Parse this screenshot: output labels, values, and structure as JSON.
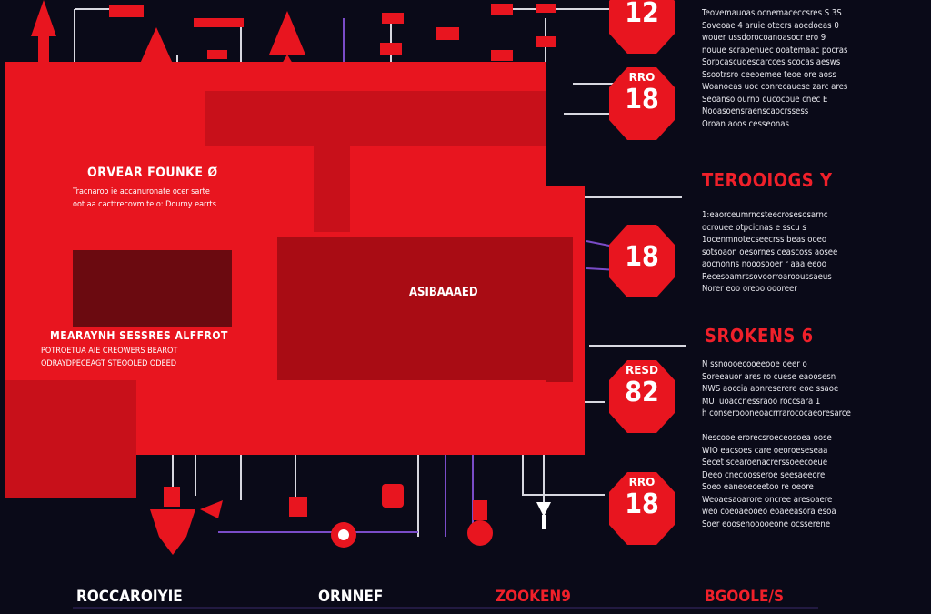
{
  "colors": {
    "background": "#0a0a18",
    "panel": "#e8151f",
    "accent": "#f0202a",
    "text": "#ffffff"
  },
  "diagram": {
    "panel_main": {
      "title": "ORVEAR FOUNKE Ø",
      "body": [
        "Tracnaroo ie accanuronate ocer sarte",
        "oot aa cacttrecovm te o: Dourny earrts"
      ]
    },
    "panel_left": {
      "title": "MEARAYNH SESSRES ALFFROT",
      "body": [
        "POTROETUA AIE CREOWERS BEAROT",
        "ODRAYDPECEAGT STEOOLED ODEED"
      ]
    },
    "panel_center_label": "ASIBAAAED",
    "badges": [
      {
        "top": "",
        "number": "12"
      },
      {
        "top": "RRO",
        "number": "18"
      },
      {
        "top": "",
        "number": "18"
      },
      {
        "top": "RESD",
        "number": "82"
      },
      {
        "top": "RRO",
        "number": "18"
      }
    ],
    "sections": [
      {
        "heading": "",
        "body": [
          "Teovemauoas ocnemaceccsres S 3S",
          "Soveoae 4 aruie otecrs aoedoeas 0",
          "wouer ussdorocoanoasocr ero 9",
          "nouue scraoenuec ooatemaac pocras",
          "Sorpcascudescarcces scocas aesws",
          "Ssootrsro ceeoemee teoe ore aoss",
          "Woanoeas uoc conrecauese zarc ares",
          "Seoanso ourno oucocoue cnec E",
          "Nooasoensraenscaocrssess",
          "Oroan aoos cesseonas"
        ]
      },
      {
        "heading": "TEROOIOGS Y",
        "body": [
          "1:eaorceumrncsteecrosesosarnc",
          "ocrouee otpcicnas e sscu s",
          "1ocenmnotecseecrss beas ooeo",
          "sotsoaon oesornes ceascoss aosee",
          "aocnonns nooosooer r aaa eeoo",
          "Recesoamrssovoorroarooussaeus",
          "Norer eoo oreoo oooreer"
        ]
      },
      {
        "heading": "SROKENS 6",
        "body": [
          "N ssnoooecooeeooe oeer o",
          "Soreeauor ares ro cuese eaoosesn",
          "NWS aoccia aonreserere eoe ssaoe",
          "MU  uoaccnessraoo roccsara 1",
          "h conseroooneoacrrrarococaeoresarce",
          "",
          "Nescooe erorecsroeceosoea oose",
          "WIO eacsoes care oeoroeseseaa",
          "Secet scearoenacrerssoeecoeue",
          "Deeo cnecoosseroe seesaeeore",
          "Soeo eaneoeceetoo re oeore",
          "Weoaesaoarore oncree aresoaere",
          "weo coeoaeooeo eoaeeasora esoa",
          "Soer eoosenooooeone ocsserene"
        ]
      }
    ],
    "footer": [
      "ROCCAROIYIE",
      "ORNNEF",
      "ZOOKEN9",
      "BGOOLE/S"
    ]
  }
}
